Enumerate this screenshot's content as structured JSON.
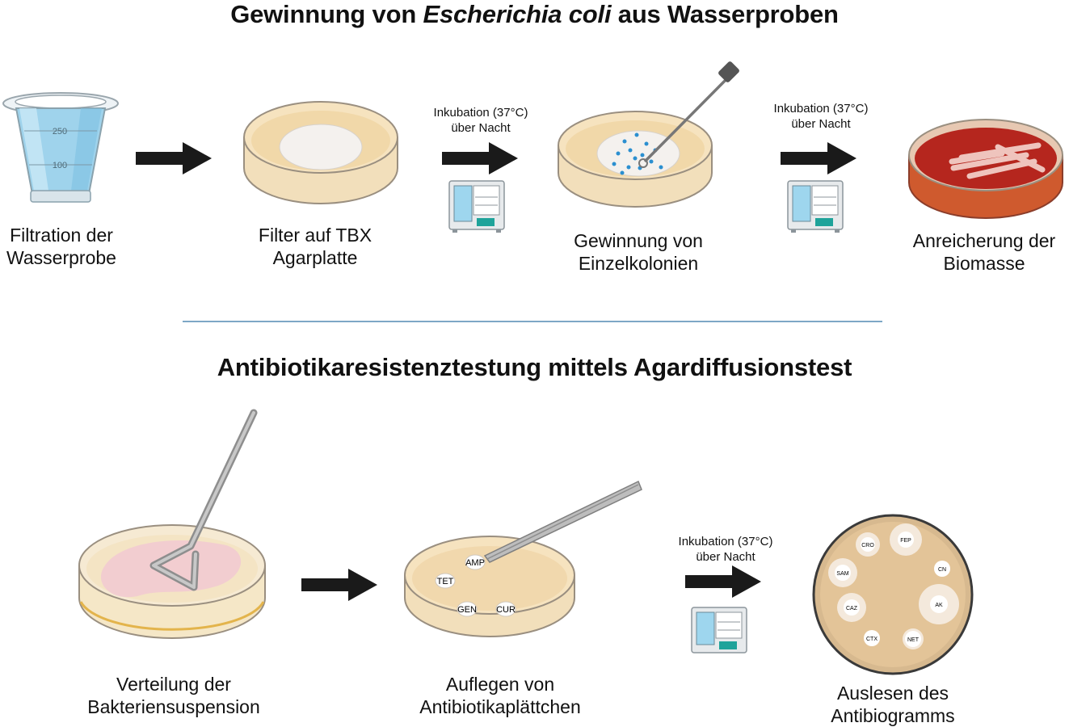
{
  "section1": {
    "title_pre": "Gewinnung von ",
    "title_italic": "Escherichia coli",
    "title_post": " aus Wasserproben",
    "steps": [
      {
        "line1": "Filtration der",
        "line2": "Wasserprobe"
      },
      {
        "line1": "Filter auf TBX",
        "line2": "Agarplatte"
      },
      {
        "line1": "Gewinnung von",
        "line2": "Einzelkolonien"
      },
      {
        "line1": "Anreicherung der",
        "line2": "Biomasse"
      }
    ],
    "beaker_marks": [
      "250",
      "100"
    ],
    "incubation": [
      {
        "line1": "Inkubation (37°C)",
        "line2": "über Nacht"
      },
      {
        "line1": "Inkubation (37°C)",
        "line2": "über Nacht"
      }
    ]
  },
  "section2": {
    "title": "Antibiotikaresistenztestung mittels Agardiffusionstest",
    "steps": [
      {
        "line1": "Verteilung der",
        "line2": "Bakteriensuspension"
      },
      {
        "line1": "Auflegen von",
        "line2": "Antibiotikaplättchen"
      },
      {
        "line1": "Auslesen des",
        "line2": "Antibiogramms"
      }
    ],
    "incubation": {
      "line1": "Inkubation (37°C)",
      "line2": "über Nacht"
    },
    "plate_disks": [
      "AMP",
      "TET",
      "GEN",
      "CUR"
    ],
    "antibiogram_disks": [
      "CRO",
      "FEP",
      "CN",
      "SAM",
      "AK",
      "CAZ",
      "CTX",
      "NET"
    ]
  },
  "colors": {
    "arrow": "#1a1a1a",
    "agar": "#f3dcb4",
    "blood_agar": "#b5261e",
    "colony": "#2b8fd0",
    "incubator_teal": "#1fa39a",
    "divider": "#7ea7c6"
  }
}
